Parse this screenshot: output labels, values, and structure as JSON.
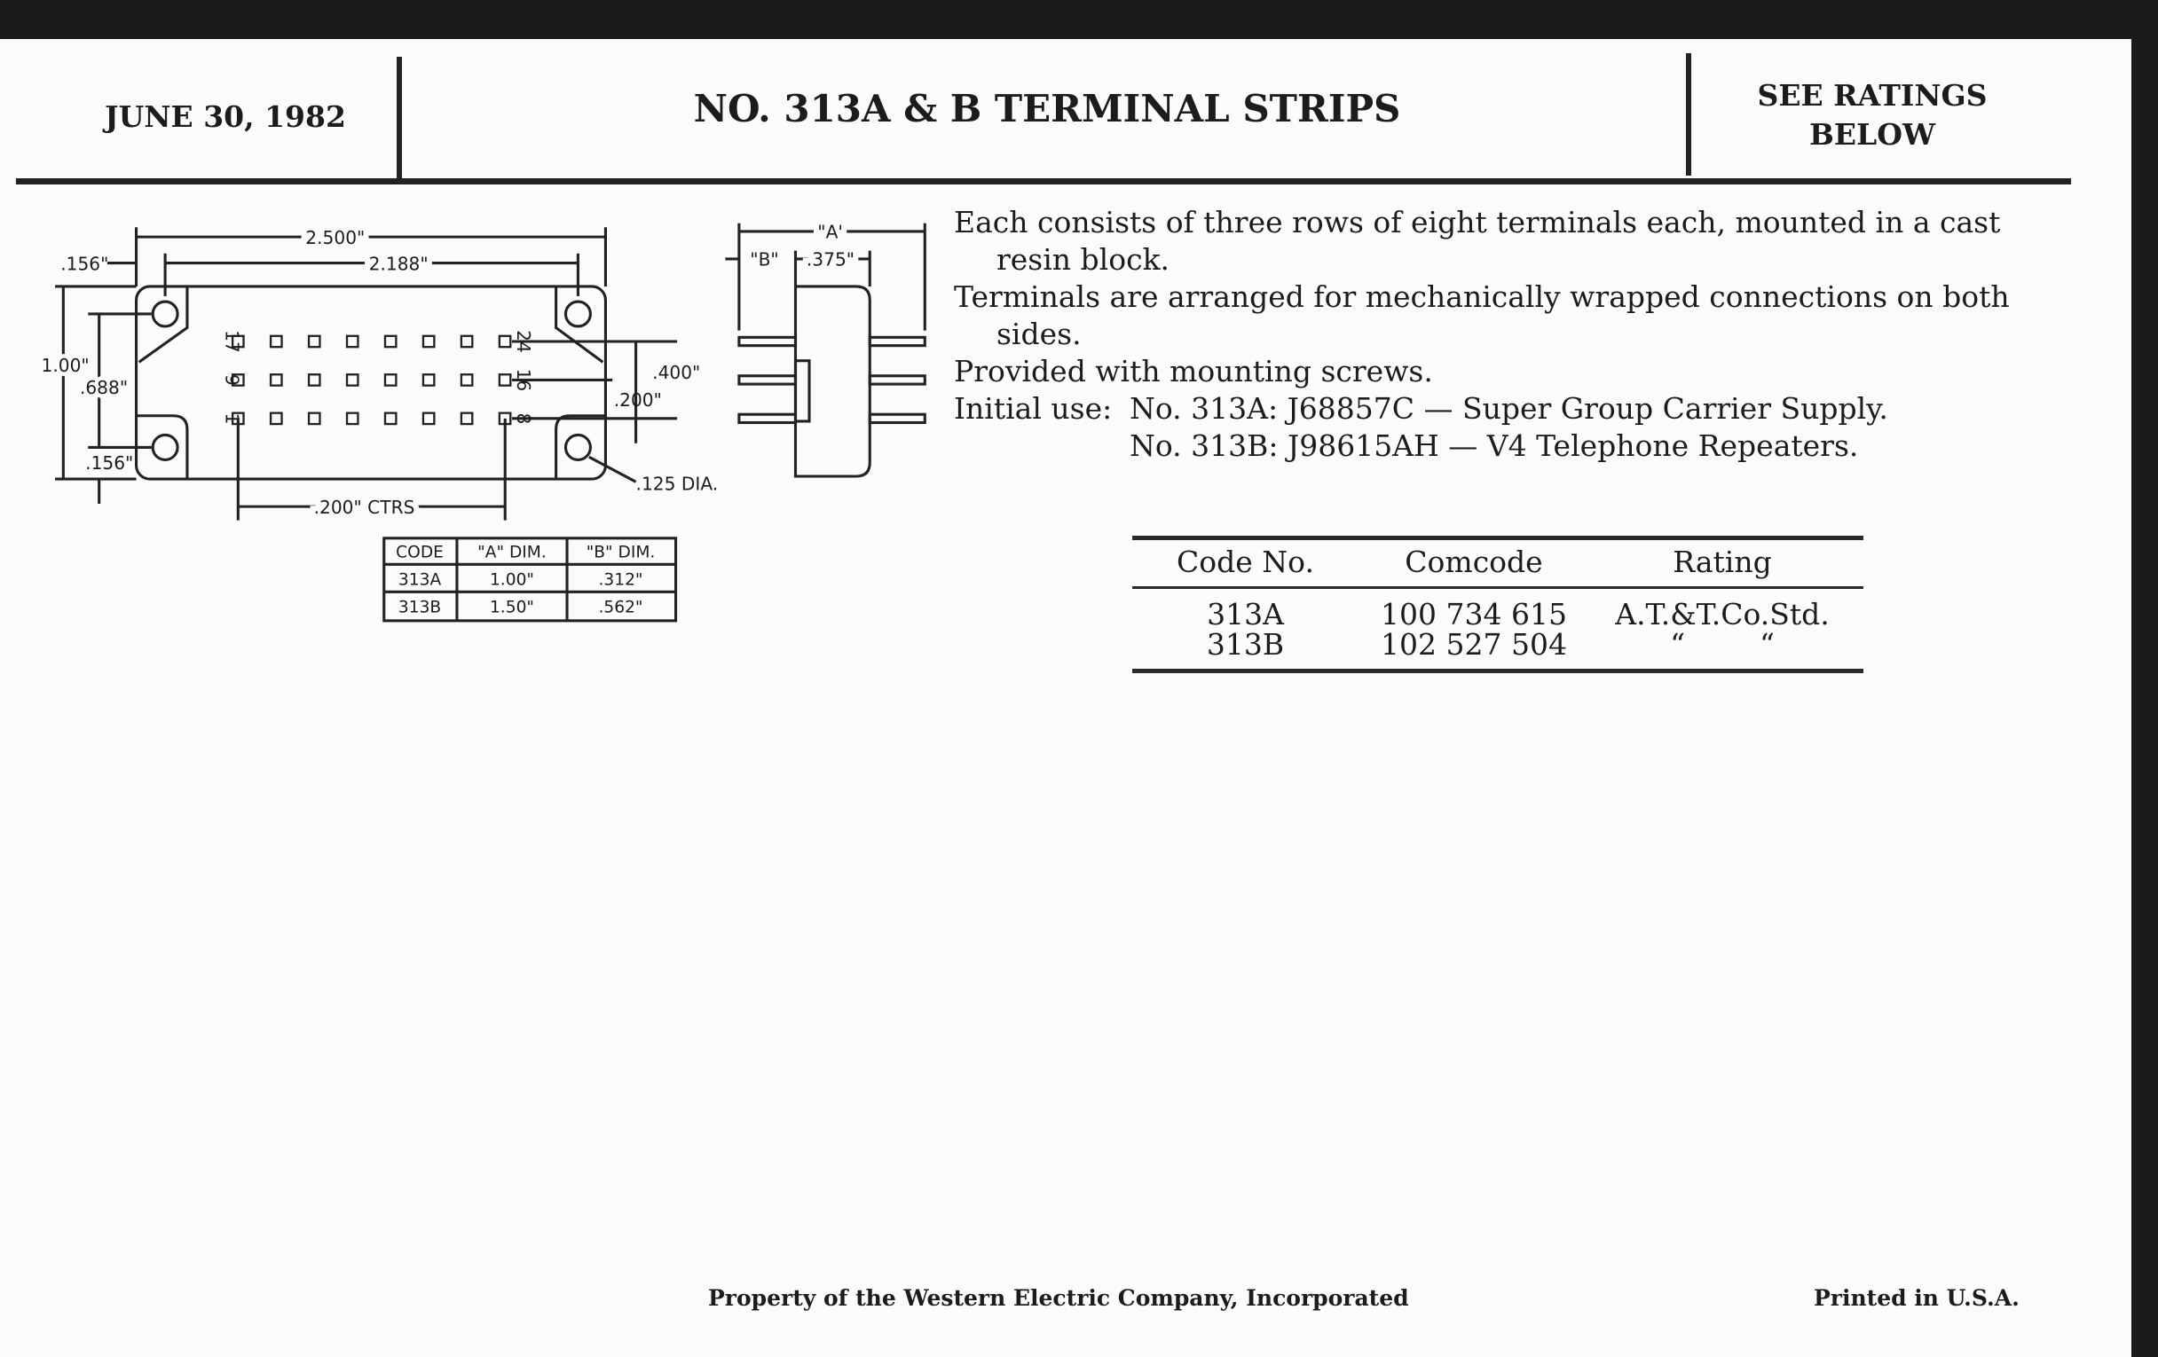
{
  "header": {
    "date": "JUNE 30, 1982",
    "title": "NO. 313A & B TERMINAL STRIPS",
    "ratings_note_line1": "SEE RATINGS",
    "ratings_note_line2": "BELOW"
  },
  "description": {
    "line1": "Each consists of three rows of eight terminals each, mounted in a cast",
    "line1b": "resin block.",
    "line2": "Terminals are arranged for mechanically wrapped connections on both",
    "line2b": "sides.",
    "line3": "Provided with mounting screws.",
    "initial_use_label": "Initial use:",
    "use_a": "No. 313A:  J68857C — Super Group Carrier Supply.",
    "use_b": "No. 313B:  J98615AH — V4 Telephone Repeaters."
  },
  "ratings_table": {
    "headers": [
      "Code No.",
      "Comcode",
      "Rating"
    ],
    "rows": [
      [
        "313A",
        "100 734 615",
        "A.T.&T.Co.Std."
      ],
      [
        "313B",
        "102 527 504",
        "“        “"
      ]
    ]
  },
  "drawing": {
    "overall_width": "2.500\"",
    "hole_spacing": "2.188\"",
    "edge_offset": ".156\"",
    "height": "1.00\"",
    "hole_vspacing": ".688\"",
    "bottom_offset": ".156\"",
    "row_span": ".400\"",
    "row_pitch": ".200\"",
    "hole_dia": ".125 DIA.",
    "col_pitch": ".200\" CTRS",
    "dim_a": "\"A'",
    "dim_b": "\"B\"",
    "block_depth": ".375\"",
    "terminal_labels": {
      "r1_left": "17",
      "r2_left": "9",
      "r3_left": "1",
      "r1_right": "24",
      "r2_right": "16",
      "r3_right": "8"
    }
  },
  "dim_table": {
    "headers": [
      "CODE",
      "\"A\" DIM.",
      "\"B\" DIM."
    ],
    "rows": [
      [
        "313A",
        "1.00\"",
        ".312\""
      ],
      [
        "313B",
        "1.50\"",
        ".562\""
      ]
    ]
  },
  "footer": {
    "property": "Property of the Western Electric Company, Incorporated",
    "printed": "Printed in U.S.A."
  }
}
